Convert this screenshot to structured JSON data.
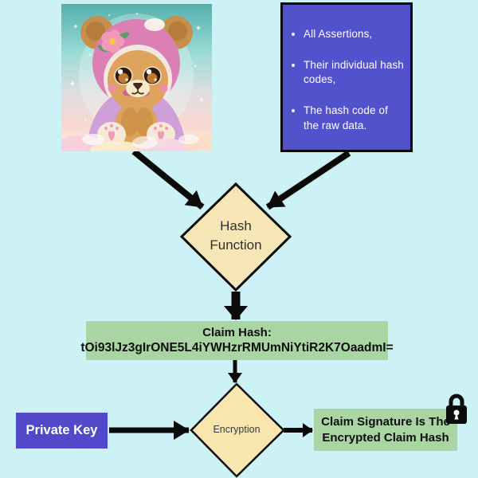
{
  "diagram": {
    "background_color": "#cdf2f6",
    "bear_image": {
      "description": "Pastel illustration of a kawaii teddy bear in a pink hooded cape with a flower, sitting among sparkles and clouds"
    },
    "assertions_box": {
      "bg_color": "#5352cd",
      "items": [
        "All Assertions,",
        "Their individual hash codes,",
        "The hash code of the raw data."
      ]
    },
    "hash_function": {
      "label": "Hash Function",
      "fill_color": "#f8e7b6"
    },
    "claim_hash": {
      "title": "Claim Hash:",
      "value": "tOi93lJz3gIrONE5L4iYWHzrRMUmNiYtiR2K7OaadmI=",
      "bg_color": "#a9d5a3"
    },
    "encryption": {
      "label": "Encryption",
      "fill_color": "#f9e6ae"
    },
    "private_key": {
      "label": "Private Key",
      "bg_color": "#5149c9"
    },
    "claim_signature": {
      "label": "Claim Signature Is The Encrypted Claim Hash",
      "bg_color": "#a9d5a3"
    }
  }
}
